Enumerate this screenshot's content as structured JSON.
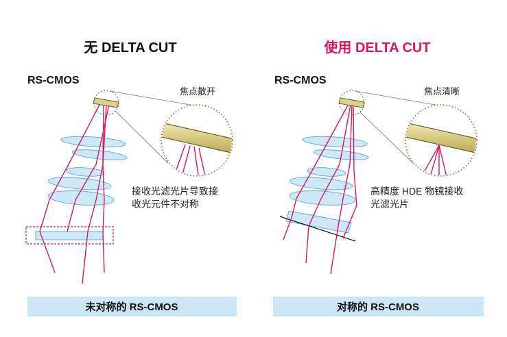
{
  "left": {
    "title": "无 DELTA CUT",
    "sensor_label": "RS-CMOS",
    "zoom_label": "焦点散开",
    "note_lines": [
      "接收光滤光片导致接",
      "收光元件不对称"
    ],
    "caption": "未对称的 RS-CMOS"
  },
  "right": {
    "title": "使用 DELTA CUT",
    "sensor_label": "RS-CMOS",
    "zoom_label": "焦点清晰",
    "note_lines": [
      "高精度 HDE 物镜接收",
      "光滤光片"
    ],
    "caption": "对称的 RS-CMOS"
  },
  "colors": {
    "title_plain": "#111111",
    "title_accent": "#e0135c",
    "ray": "#e0135c",
    "lens_fill": "#cfe8f7",
    "sensor_fill": "#ddd28c",
    "banner": "#cbe6f6",
    "filter_box": "#e0135c"
  }
}
